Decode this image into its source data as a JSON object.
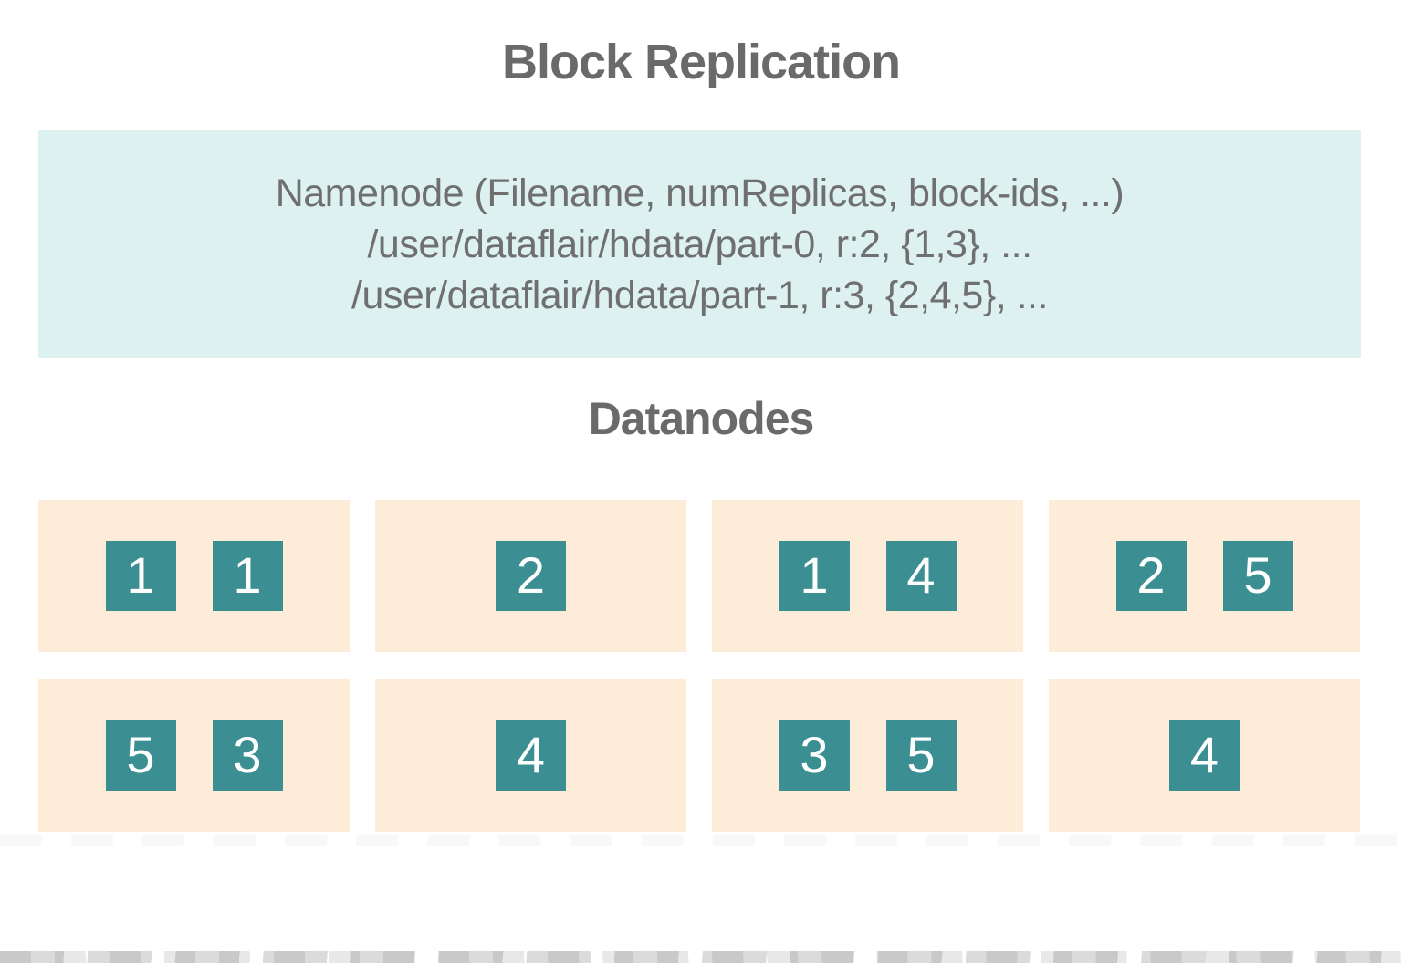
{
  "title": "Block Replication",
  "namenode": {
    "line1": "Namenode (Filename, numReplicas, block-ids, ...)",
    "line2": "/user/dataflair/hdata/part-0, r:2, {1,3}, ...",
    "line3": "/user/dataflair/hdata/part-1, r:3, {2,4,5}, ..."
  },
  "datanodes_heading": "Datanodes",
  "datanodes": [
    {
      "blocks": [
        "1",
        "1"
      ]
    },
    {
      "blocks": [
        "2"
      ]
    },
    {
      "blocks": [
        "1",
        "4"
      ]
    },
    {
      "blocks": [
        "2",
        "5"
      ]
    },
    {
      "blocks": [
        "5",
        "3"
      ]
    },
    {
      "blocks": [
        "4"
      ]
    },
    {
      "blocks": [
        "3",
        "5"
      ]
    },
    {
      "blocks": [
        "4"
      ]
    }
  ],
  "colors": {
    "namenode_bg": "#ddf1f1",
    "datanode_bg": "#fcecd8",
    "block_bg": "#3b8f92",
    "heading_text": "#6a6a6a",
    "body_text": "#6f6f6f",
    "block_text": "#ffffff",
    "page_bg": "#ffffff"
  }
}
